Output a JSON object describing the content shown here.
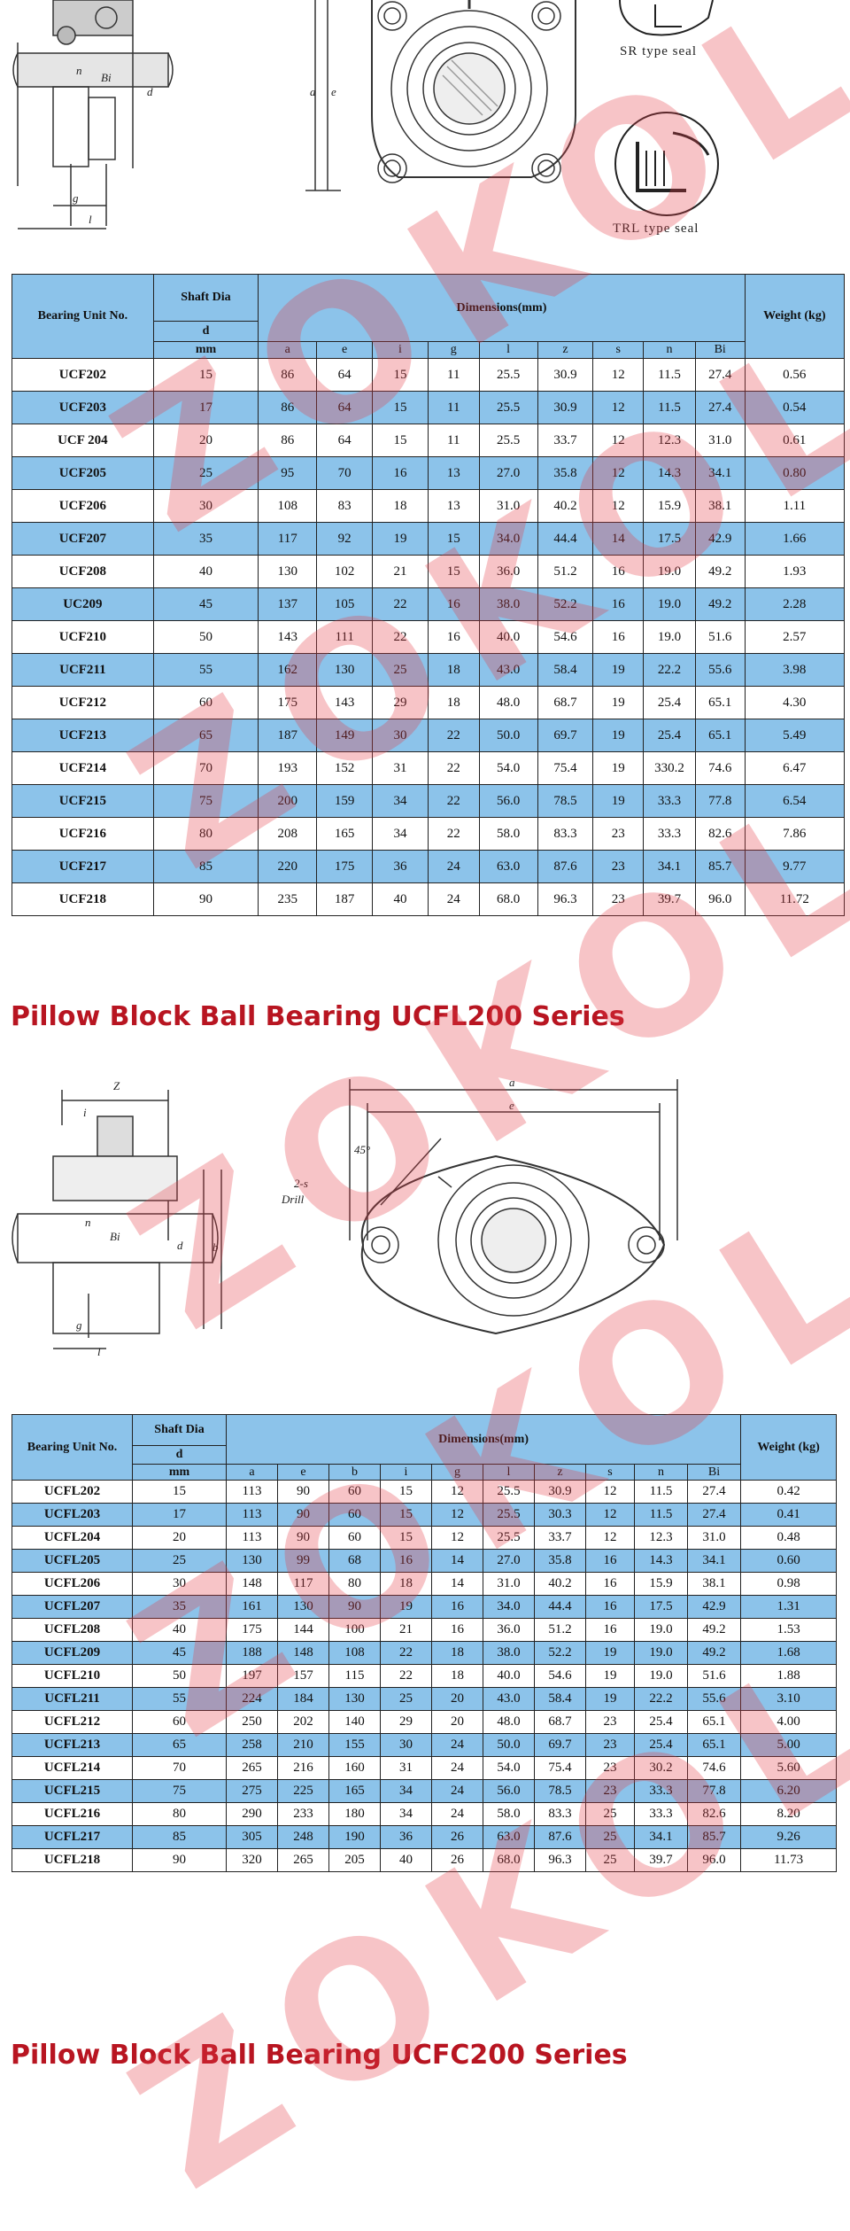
{
  "seal_labels": {
    "sr": "SR type seal",
    "trl": "TRL type seal"
  },
  "watermark": "ZOKOL",
  "ucf_table": {
    "header": {
      "unit": "Bearing Unit No.",
      "shaft": "Shaft Dia",
      "d": "d",
      "mm": "mm",
      "dimensions": "Dimensions(mm)",
      "weight": "Weight (kg)",
      "cols": [
        "a",
        "e",
        "i",
        "g",
        "l",
        "z",
        "s",
        "n",
        "Bi"
      ]
    },
    "rows": [
      [
        "UCF202",
        "15",
        "86",
        "64",
        "15",
        "11",
        "25.5",
        "30.9",
        "12",
        "11.5",
        "27.4",
        "0.56"
      ],
      [
        "UCF203",
        "17",
        "86",
        "64",
        "15",
        "11",
        "25.5",
        "30.9",
        "12",
        "11.5",
        "27.4",
        "0.54"
      ],
      [
        "UCF 204",
        "20",
        "86",
        "64",
        "15",
        "11",
        "25.5",
        "33.7",
        "12",
        "12.3",
        "31.0",
        "0.61"
      ],
      [
        "UCF205",
        "25",
        "95",
        "70",
        "16",
        "13",
        "27.0",
        "35.8",
        "12",
        "14.3",
        "34.1",
        "0.80"
      ],
      [
        "UCF206",
        "30",
        "108",
        "83",
        "18",
        "13",
        "31.0",
        "40.2",
        "12",
        "15.9",
        "38.1",
        "1.11"
      ],
      [
        "UCF207",
        "35",
        "117",
        "92",
        "19",
        "15",
        "34.0",
        "44.4",
        "14",
        "17.5",
        "42.9",
        "1.66"
      ],
      [
        "UCF208",
        "40",
        "130",
        "102",
        "21",
        "15",
        "36.0",
        "51.2",
        "16",
        "19.0",
        "49.2",
        "1.93"
      ],
      [
        "UC209",
        "45",
        "137",
        "105",
        "22",
        "16",
        "38.0",
        "52.2",
        "16",
        "19.0",
        "49.2",
        "2.28"
      ],
      [
        "UCF210",
        "50",
        "143",
        "111",
        "22",
        "16",
        "40.0",
        "54.6",
        "16",
        "19.0",
        "51.6",
        "2.57"
      ],
      [
        "UCF211",
        "55",
        "162",
        "130",
        "25",
        "18",
        "43.0",
        "58.4",
        "19",
        "22.2",
        "55.6",
        "3.98"
      ],
      [
        "UCF212",
        "60",
        "175",
        "143",
        "29",
        "18",
        "48.0",
        "68.7",
        "19",
        "25.4",
        "65.1",
        "4.30"
      ],
      [
        "UCF213",
        "65",
        "187",
        "149",
        "30",
        "22",
        "50.0",
        "69.7",
        "19",
        "25.4",
        "65.1",
        "5.49"
      ],
      [
        "UCF214",
        "70",
        "193",
        "152",
        "31",
        "22",
        "54.0",
        "75.4",
        "19",
        "330.2",
        "74.6",
        "6.47"
      ],
      [
        "UCF215",
        "75",
        "200",
        "159",
        "34",
        "22",
        "56.0",
        "78.5",
        "19",
        "33.3",
        "77.8",
        "6.54"
      ],
      [
        "UCF216",
        "80",
        "208",
        "165",
        "34",
        "22",
        "58.0",
        "83.3",
        "23",
        "33.3",
        "82.6",
        "7.86"
      ],
      [
        "UCF217",
        "85",
        "220",
        "175",
        "36",
        "24",
        "63.0",
        "87.6",
        "23",
        "34.1",
        "85.7",
        "9.77"
      ],
      [
        "UCF218",
        "90",
        "235",
        "187",
        "40",
        "24",
        "68.0",
        "96.3",
        "23",
        "39.7",
        "96.0",
        "11.72"
      ]
    ]
  },
  "ucfl_section_title": "Pillow Block Ball Bearing UCFL200 Series",
  "ucfl_drawing_labels": {
    "z": "Z",
    "i": "i",
    "g": "g",
    "l": "l",
    "n": "n",
    "bi": "Bi",
    "d": "d",
    "b": "b",
    "a": "a",
    "e": "e",
    "angle": "45°",
    "hole": "2-s",
    "drill": "Drill"
  },
  "ucfl_table": {
    "header": {
      "unit": "Bearing Unit No.",
      "shaft": "Shaft Dia",
      "d": "d",
      "mm": "mm",
      "dimensions": "Dimensions(mm)",
      "weight": "Weight (kg)",
      "cols": [
        "a",
        "e",
        "b",
        "i",
        "g",
        "l",
        "z",
        "s",
        "n",
        "Bi"
      ]
    },
    "rows": [
      [
        "UCFL202",
        "15",
        "113",
        "90",
        "60",
        "15",
        "12",
        "25.5",
        "30.9",
        "12",
        "11.5",
        "27.4",
        "0.42"
      ],
      [
        "UCFL203",
        "17",
        "113",
        "90",
        "60",
        "15",
        "12",
        "25.5",
        "30.3",
        "12",
        "11.5",
        "27.4",
        "0.41"
      ],
      [
        "UCFL204",
        "20",
        "113",
        "90",
        "60",
        "15",
        "12",
        "25.5",
        "33.7",
        "12",
        "12.3",
        "31.0",
        "0.48"
      ],
      [
        "UCFL205",
        "25",
        "130",
        "99",
        "68",
        "16",
        "14",
        "27.0",
        "35.8",
        "16",
        "14.3",
        "34.1",
        "0.60"
      ],
      [
        "UCFL206",
        "30",
        "148",
        "117",
        "80",
        "18",
        "14",
        "31.0",
        "40.2",
        "16",
        "15.9",
        "38.1",
        "0.98"
      ],
      [
        "UCFL207",
        "35",
        "161",
        "130",
        "90",
        "19",
        "16",
        "34.0",
        "44.4",
        "16",
        "17.5",
        "42.9",
        "1.31"
      ],
      [
        "UCFL208",
        "40",
        "175",
        "144",
        "100",
        "21",
        "16",
        "36.0",
        "51.2",
        "16",
        "19.0",
        "49.2",
        "1.53"
      ],
      [
        "UCFL209",
        "45",
        "188",
        "148",
        "108",
        "22",
        "18",
        "38.0",
        "52.2",
        "19",
        "19.0",
        "49.2",
        "1.68"
      ],
      [
        "UCFL210",
        "50",
        "197",
        "157",
        "115",
        "22",
        "18",
        "40.0",
        "54.6",
        "19",
        "19.0",
        "51.6",
        "1.88"
      ],
      [
        "UCFL211",
        "55",
        "224",
        "184",
        "130",
        "25",
        "20",
        "43.0",
        "58.4",
        "19",
        "22.2",
        "55.6",
        "3.10"
      ],
      [
        "UCFL212",
        "60",
        "250",
        "202",
        "140",
        "29",
        "20",
        "48.0",
        "68.7",
        "23",
        "25.4",
        "65.1",
        "4.00"
      ],
      [
        "UCFL213",
        "65",
        "258",
        "210",
        "155",
        "30",
        "24",
        "50.0",
        "69.7",
        "23",
        "25.4",
        "65.1",
        "5.00"
      ],
      [
        "UCFL214",
        "70",
        "265",
        "216",
        "160",
        "31",
        "24",
        "54.0",
        "75.4",
        "23",
        "30.2",
        "74.6",
        "5.60"
      ],
      [
        "UCFL215",
        "75",
        "275",
        "225",
        "165",
        "34",
        "24",
        "56.0",
        "78.5",
        "23",
        "33.3",
        "77.8",
        "6.20"
      ],
      [
        "UCFL216",
        "80",
        "290",
        "233",
        "180",
        "34",
        "24",
        "58.0",
        "83.3",
        "25",
        "33.3",
        "82.6",
        "8.20"
      ],
      [
        "UCFL217",
        "85",
        "305",
        "248",
        "190",
        "36",
        "26",
        "63.0",
        "87.6",
        "25",
        "34.1",
        "85.7",
        "9.26"
      ],
      [
        "UCFL218",
        "90",
        "320",
        "265",
        "205",
        "40",
        "26",
        "68.0",
        "96.3",
        "25",
        "39.7",
        "96.0",
        "11.73"
      ]
    ]
  },
  "ucfc_section_title": "Pillow Block Ball Bearing UCFC200 Series"
}
